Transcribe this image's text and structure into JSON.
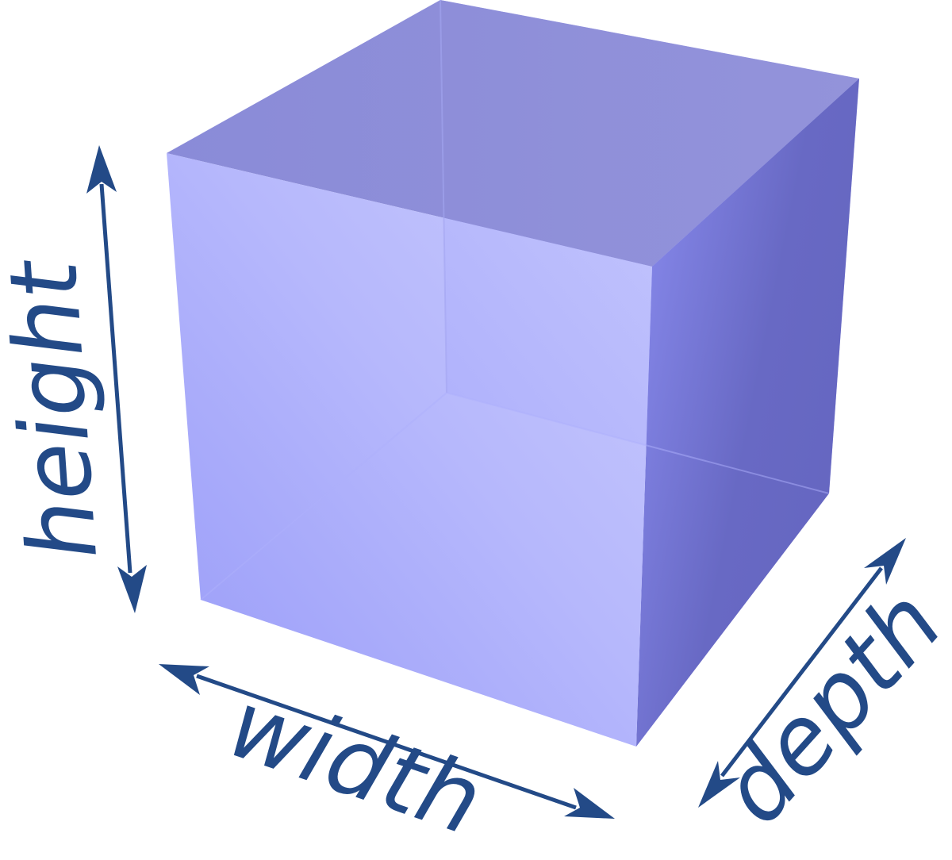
{
  "labels": {
    "height": "height",
    "width": "width",
    "depth": "depth"
  },
  "colors": {
    "cube_top": "#9090da",
    "cube_front_light": "#b9bbfc",
    "cube_front_dark": "#9496f8",
    "cube_side_light": "#8888ee",
    "cube_side_dark": "#6566c0",
    "arrow_and_text": "#234a87"
  }
}
